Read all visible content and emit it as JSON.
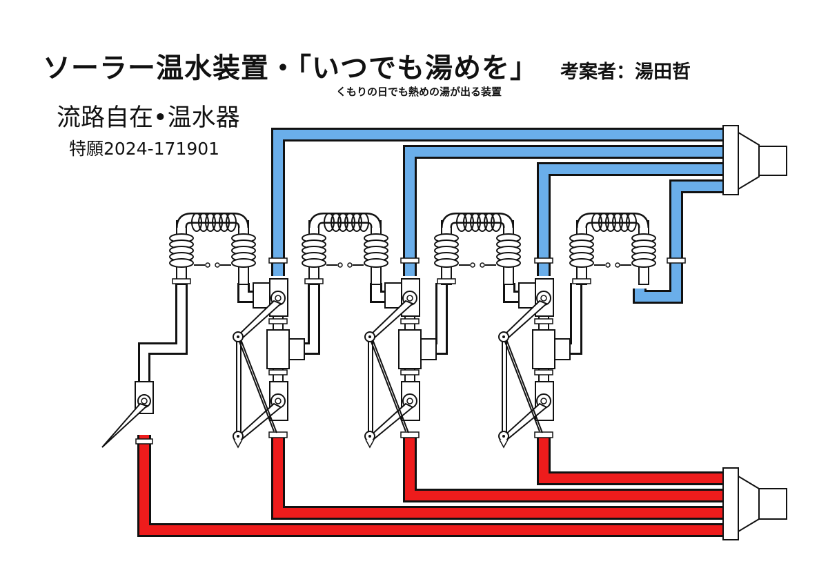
{
  "header": {
    "title": "ソーラー温水装置・「いつでも湯めを」",
    "inventor": "考案者：湯田哲",
    "subtitle": "くもりの日でも熱めの湯が出る装置",
    "product_name": "流路自在•温水器",
    "patent": "特願2024-171901"
  },
  "colors": {
    "cold_pipe": "#6aaeea",
    "hot_pipe": "#ee1c1c",
    "outline": "#111111",
    "white_pipe": "#ffffff"
  },
  "diagram": {
    "heater_units": 4,
    "valve_assemblies": 3,
    "manifolds": [
      "top-outlet-manifold",
      "bottom-inlet-manifold"
    ]
  }
}
